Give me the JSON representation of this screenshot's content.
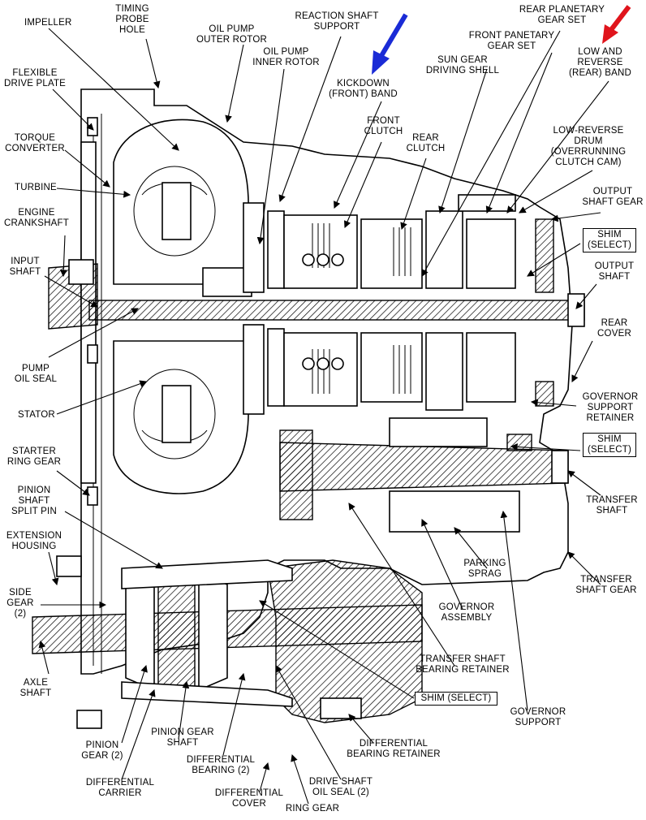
{
  "labels": {
    "impeller": "IMPELLER",
    "timing_probe_hole": "TIMING\nPROBE\nHOLE",
    "oil_pump_outer_rotor": "OIL PUMP\nOUTER ROTOR",
    "oil_pump_inner_rotor": "OIL PUMP\nINNER ROTOR",
    "reaction_shaft_support": "REACTION SHAFT\nSUPPORT",
    "kickdown_front_band": "KICKDOWN\n(FRONT) BAND",
    "sun_gear_driving_shell": "SUN GEAR\nDRIVING SHELL",
    "front_panetary_gear_set": "FRONT PANETARY\nGEAR SET",
    "rear_planetary_gear_set": "REAR PLANETARY\nGEAR SET",
    "low_and_reverse_rear_band": "LOW AND\nREVERSE\n(REAR) BAND",
    "flexible_drive_plate": "FLEXIBLE\nDRIVE PLATE",
    "torque_converter": "TORQUE\nCONVERTER",
    "front_clutch": "FRONT\nCLUTCH",
    "rear_clutch": "REAR\nCLUTCH",
    "low_reverse_drum": "LOW-REVERSE\nDRUM\n(OVERRUNNING\nCLUTCH CAM)",
    "turbine": "TURBINE",
    "engine_crankshaft": "ENGINE\nCRANKSHAFT",
    "output_shaft_gear": "OUTPUT\nSHAFT GEAR",
    "shim_select_1": "SHIM\n(SELECT)",
    "input_shaft": "INPUT\nSHAFT",
    "output_shaft": "OUTPUT\nSHAFT",
    "rear_cover": "REAR\nCOVER",
    "pump_oil_seal": "PUMP\nOIL SEAL",
    "governor_support_retainer": "GOVERNOR\nSUPPORT\nRETAINER",
    "stator": "STATOR",
    "shim_select_2": "SHIM\n(SELECT)",
    "starter_ring_gear": "STARTER\nRING GEAR",
    "transfer_shaft": "TRANSFER\nSHAFT",
    "pinion_shaft_split_pin": "PINION\nSHAFT\nSPLIT PIN",
    "extension_housing": "EXTENSION\nHOUSING",
    "parking_sprag": "PARKING\nSPRAG",
    "transfer_shaft_gear": "TRANSFER\nSHAFT GEAR",
    "side_gear": "SIDE\nGEAR\n(2)",
    "governor_assembly": "GOVERNOR\nASSEMBLY",
    "axle_shaft": "AXLE\nSHAFT",
    "transfer_shaft_bearing_retainer": "TRANSFER SHAFT\nBEARING RETAINER",
    "shim_select_3": "SHIM (SELECT)",
    "governor_support": "GOVERNOR\nSUPPORT",
    "pinion_gear": "PINION\nGEAR (2)",
    "pinion_gear_shaft": "PINION GEAR\nSHAFT",
    "differential_bearing": "DIFFERENTIAL\nBEARING (2)",
    "differential_bearing_retainer": "DIFFERENTIAL\nBEARING RETAINER",
    "differential_carrier": "DIFFERENTIAL\nCARRIER",
    "differential_cover": "DIFFERENTIAL\nCOVER",
    "drive_shaft_oil_seal": "DRIVE SHAFT\nOIL SEAL (2)",
    "ring_gear": "RING GEAR"
  },
  "arrows": {
    "kickdown_arrow_color": "#1a2bd6",
    "low_reverse_arrow_color": "#e0141c"
  }
}
